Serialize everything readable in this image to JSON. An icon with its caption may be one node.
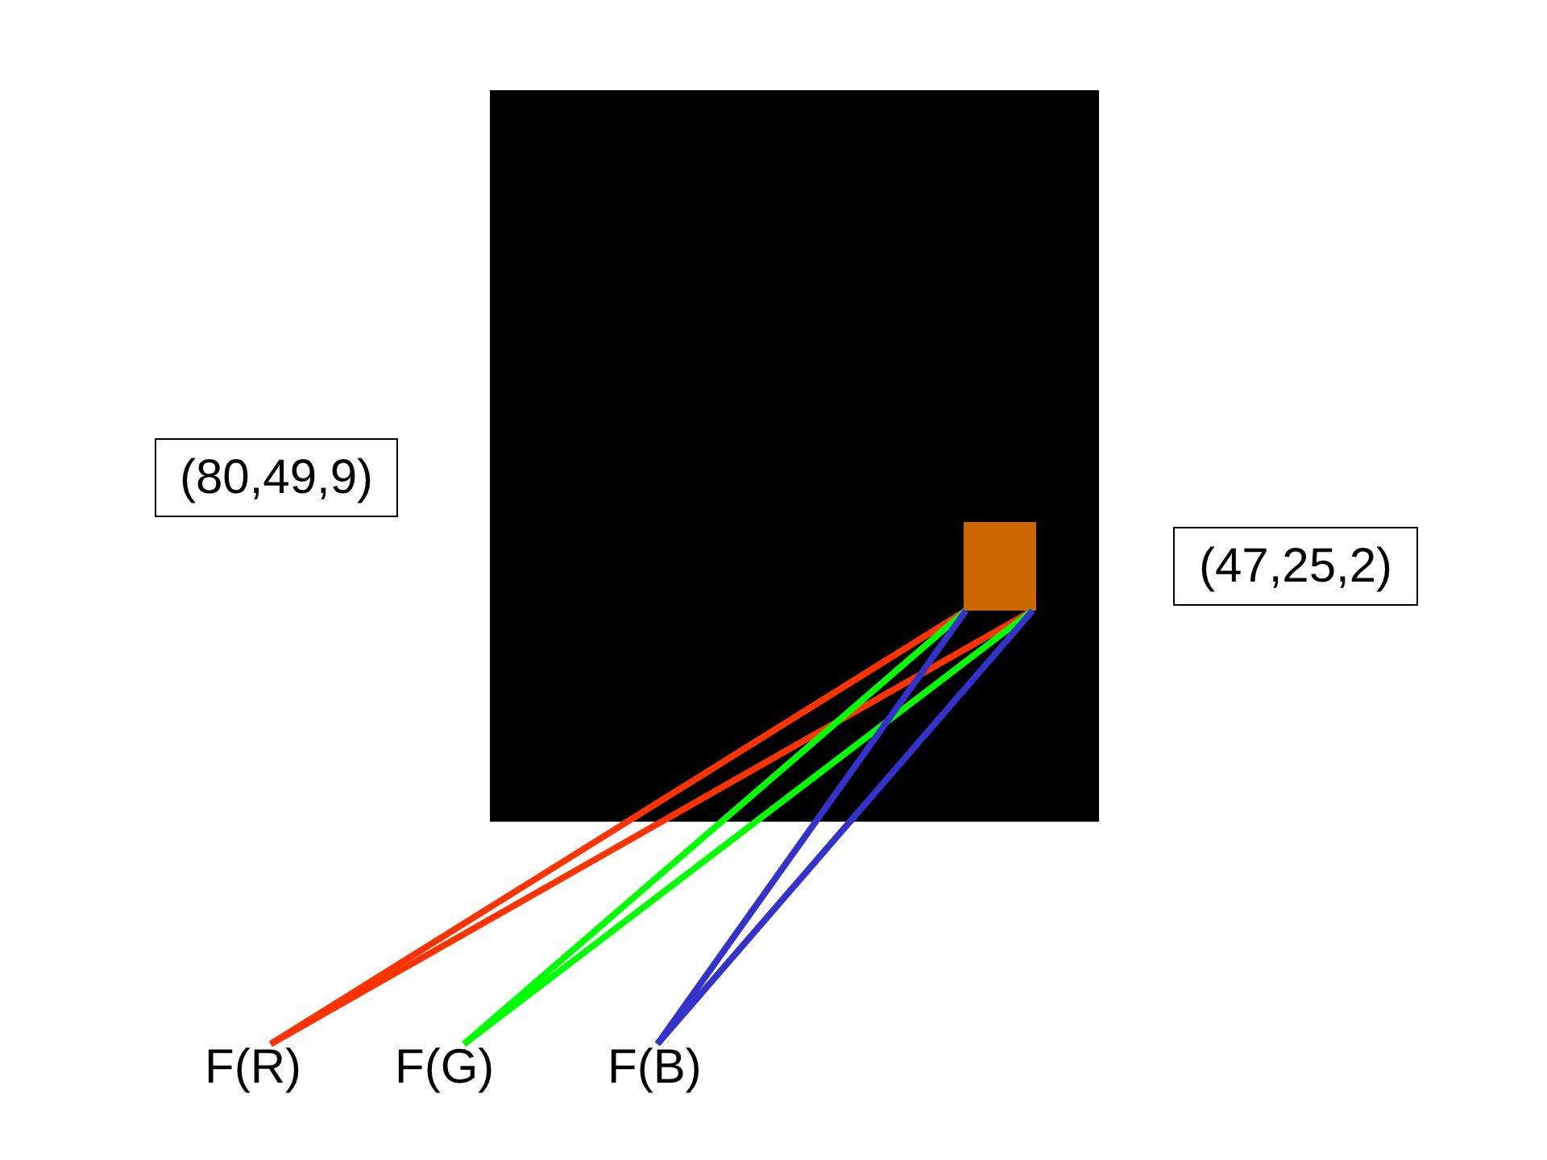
{
  "diagram": {
    "nodes": [
      {
        "text": [],
        "shape": "box"
      },
      {
        "text": [
          "(80,49,9)"
        ]
      },
      {
        "text": [],
        "shape": "box",
        "in": 0
      },
      {
        "text": [
          "(47,25,2)"
        ]
      },
      {
        "text": [
          "F(R)"
        ]
      },
      {
        "text": [
          "F(G)"
        ]
      },
      {
        "text": [
          "F(B)"
        ]
      }
    ],
    "edges": [
      {
        "from": 2,
        "to": 4,
        "arrow": "none",
        "color": "#ff3300"
      },
      {
        "from": 2,
        "to": 4,
        "arrow": "none",
        "color": "#ff3300"
      },
      {
        "from": 2,
        "to": 5,
        "arrow": "none",
        "color": "#00ff00"
      },
      {
        "from": 2,
        "to": 5,
        "arrow": "none",
        "color": "#00ff00"
      },
      {
        "from": 2,
        "to": 6,
        "arrow": "none",
        "color": "#3333cc"
      },
      {
        "from": 2,
        "to": 6,
        "arrow": "none",
        "color": "#3333cc"
      }
    ]
  }
}
